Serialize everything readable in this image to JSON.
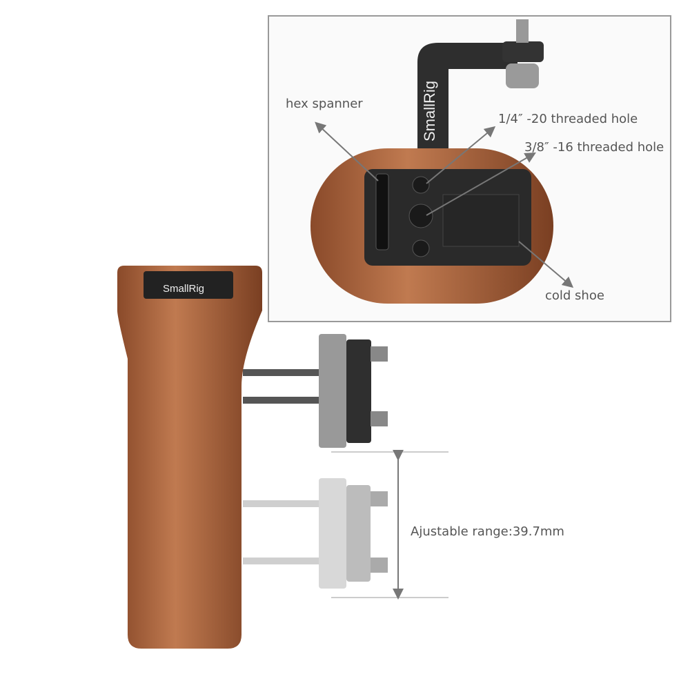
{
  "brand": "SmallRig",
  "callouts": {
    "hex_spanner": "hex spanner",
    "quarter_hole": "1/4″ -20 threaded hole",
    "three_eighths_hole": "3/8″ -16 threaded hole",
    "cold_shoe": "cold shoe",
    "adjustable_range": "Ajustable range:39.7mm"
  },
  "colors": {
    "wood": "#a8613a",
    "metal_dark": "#2b2b2b",
    "metal_ghost": "#c8c8c8",
    "callout": "#777777"
  }
}
